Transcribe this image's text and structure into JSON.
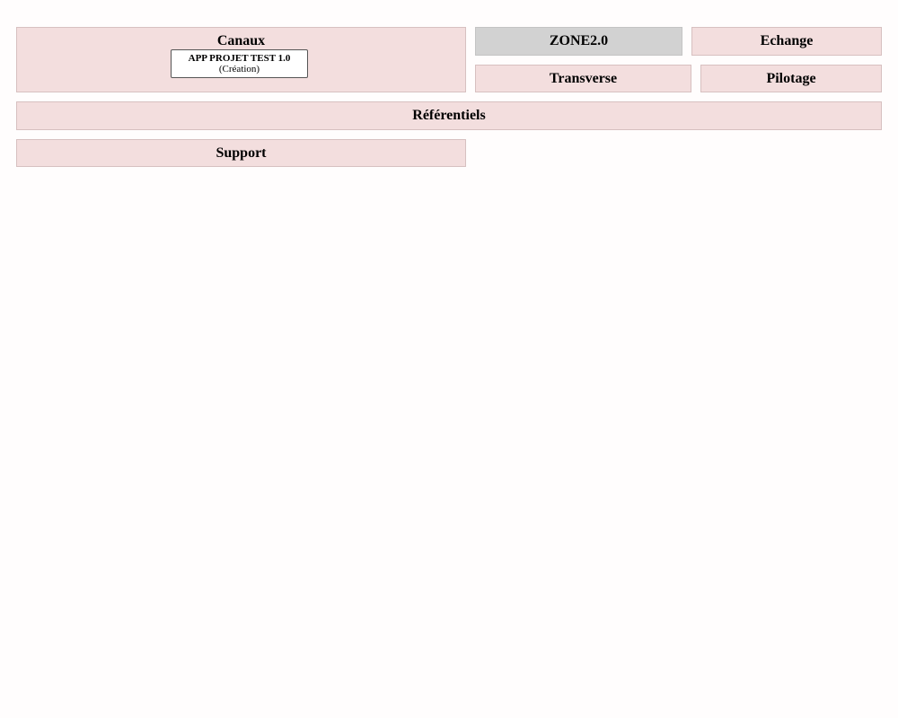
{
  "zones": {
    "canaux": {
      "title": "Canaux",
      "apps": [
        {
          "name": "APP PROJET TEST 1.0",
          "status": "(Création)"
        }
      ]
    },
    "zone2": {
      "title": "ZONE2.0"
    },
    "echange": {
      "title": "Echange"
    },
    "transverse": {
      "title": "Transverse"
    },
    "pilotage": {
      "title": "Pilotage"
    },
    "referentiels": {
      "title": "Référentiels"
    },
    "support": {
      "title": "Support"
    }
  },
  "colors": {
    "zone_fill": "#f3dede",
    "zone_highlight_fill": "#d2d2d2",
    "app_fill": "#ffffff"
  }
}
